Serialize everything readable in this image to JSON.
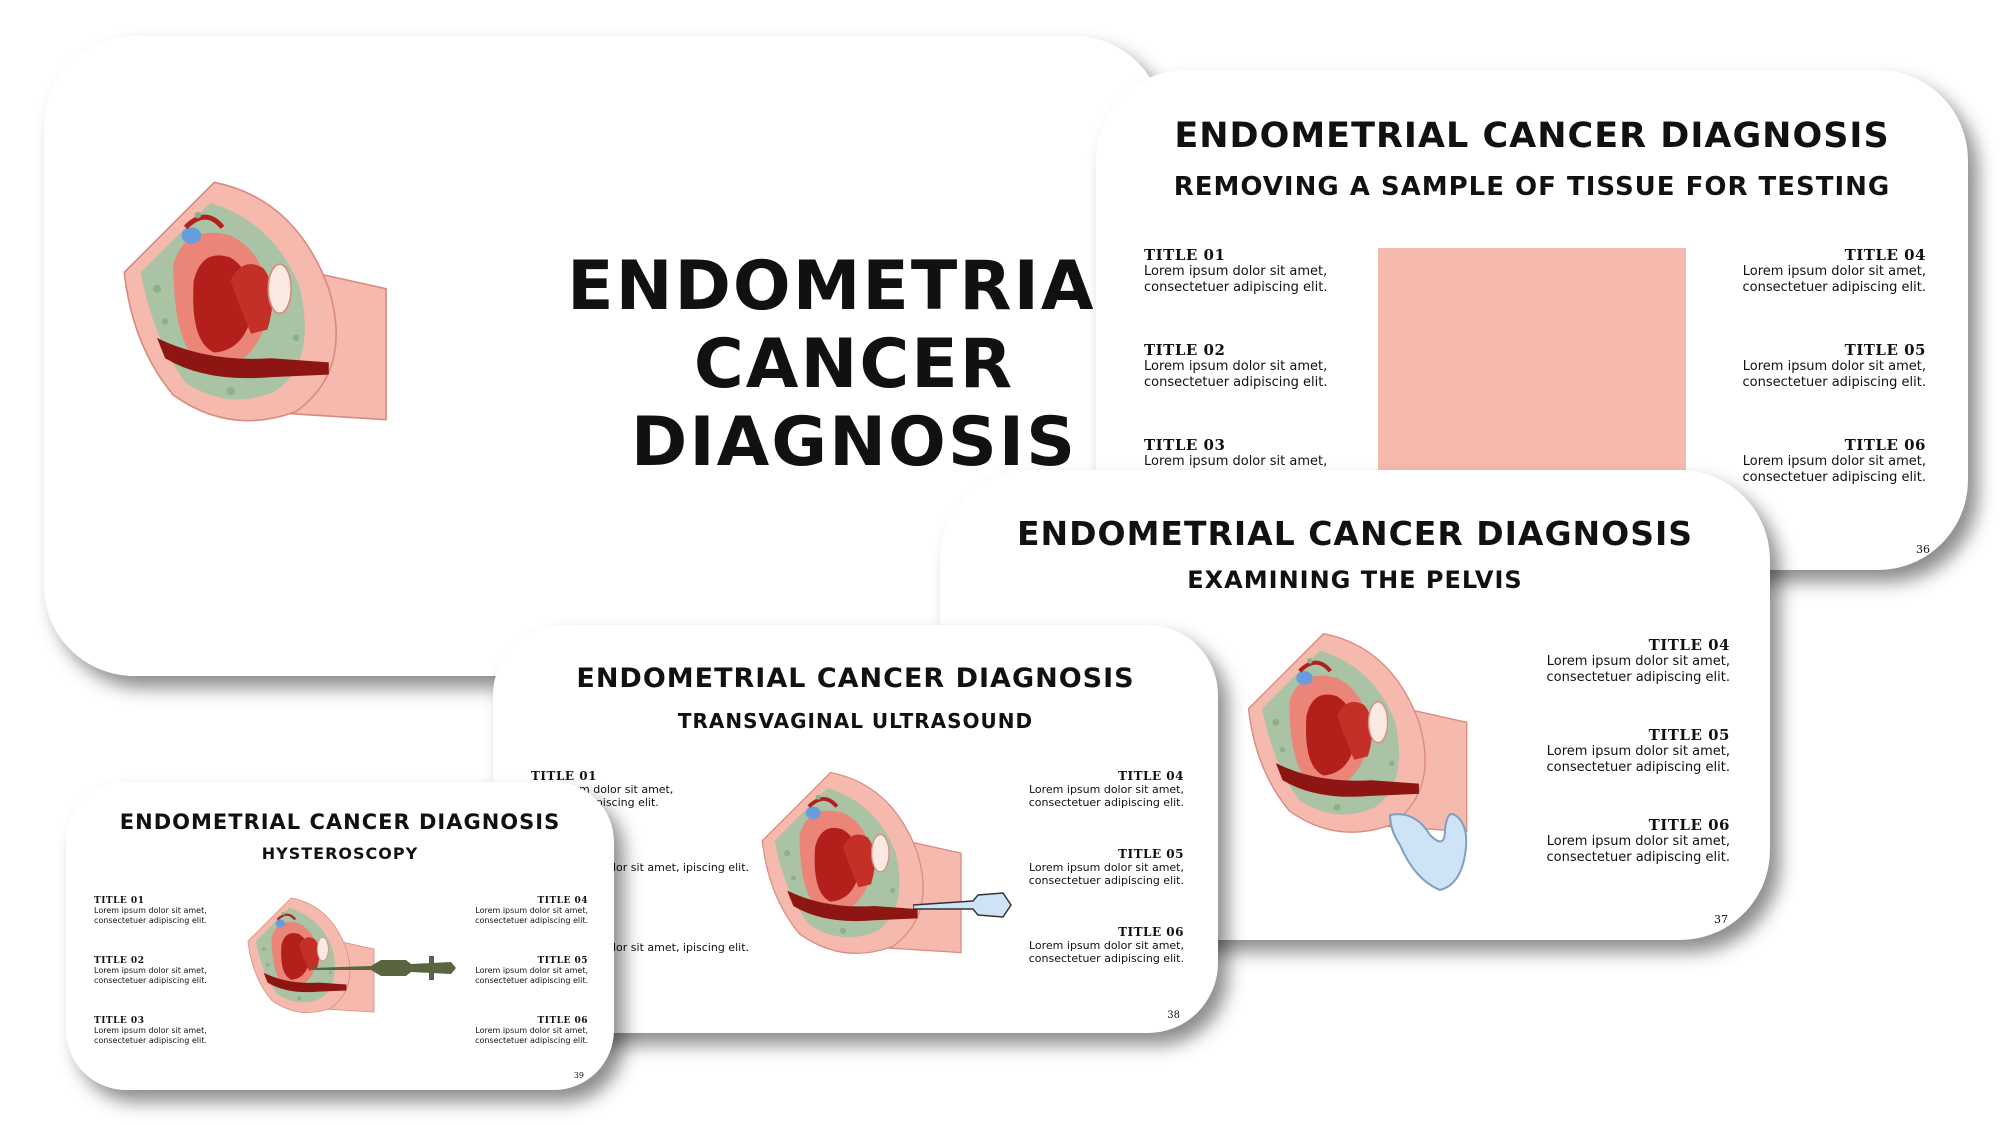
{
  "colors": {
    "skin": "#f6b9ae",
    "tissue": "#a9c3a4",
    "organ": "#b3201c",
    "organ_light": "#ea8577",
    "blue": "#6a9bdc",
    "glove": "#cfe3f6",
    "scope": "#5b6440"
  },
  "icons": [
    "uterus-anatomy-illustration",
    "ultrasound-probe-icon",
    "glove-hand-icon",
    "hysteroscope-icon"
  ],
  "cover": {
    "title_line1": "ENDOMETRIAL",
    "title_line2": "CANCER",
    "title_line3": "DIAGNOSIS"
  },
  "biopsy": {
    "title": "ENDOMETRIAL CANCER DIAGNOSIS",
    "subtitle": "REMOVING A SAMPLE OF TISSUE FOR TESTING",
    "page": "36",
    "left_items": [
      {
        "title": "TITLE 01",
        "text": "Lorem ipsum dolor sit amet, consectetuer adipiscing elit."
      },
      {
        "title": "TITLE 02",
        "text": "Lorem ipsum dolor sit amet, consectetuer adipiscing elit."
      },
      {
        "title": "TITLE 03",
        "text": "Lorem ipsum dolor sit amet,"
      }
    ],
    "right_items": [
      {
        "title": "TITLE 04",
        "text": "Lorem ipsum dolor sit amet, consectetuer adipiscing elit."
      },
      {
        "title": "TITLE 05",
        "text": "Lorem ipsum dolor sit amet, consectetuer adipiscing elit."
      },
      {
        "title": "TITLE 06",
        "text": "Lorem ipsum dolor sit amet, consectetuer adipiscing elit."
      }
    ]
  },
  "pelvis": {
    "title": "ENDOMETRIAL CANCER DIAGNOSIS",
    "subtitle": "EXAMINING THE PELVIS",
    "page": "37",
    "right_items": [
      {
        "title": "TITLE 04",
        "text": "Lorem ipsum dolor sit amet, consectetuer adipiscing elit."
      },
      {
        "title": "TITLE 05",
        "text": "Lorem ipsum dolor sit amet, consectetuer adipiscing elit."
      },
      {
        "title": "TITLE 06",
        "text": "Lorem ipsum dolor sit amet, consectetuer adipiscing elit."
      }
    ]
  },
  "ultrasound": {
    "title": "ENDOMETRIAL CANCER DIAGNOSIS",
    "subtitle": "TRANSVAGINAL ULTRASOUND",
    "page": "38",
    "left_items": [
      {
        "title": "TITLE 01",
        "text": "m dolor sit amet, adipiscing elit."
      },
      {
        "title": "",
        "text": "lor sit amet, ipiscing elit."
      },
      {
        "title": "",
        "text": "lor sit amet, ipiscing elit."
      }
    ],
    "right_items": [
      {
        "title": "TITLE 04",
        "text": "Lorem ipsum dolor sit amet, consectetuer adipiscing elit."
      },
      {
        "title": "TITLE 05",
        "text": "Lorem ipsum dolor sit amet, consectetuer adipiscing elit."
      },
      {
        "title": "TITLE 06",
        "text": "Lorem ipsum dolor sit amet, consectetuer adipiscing elit."
      }
    ]
  },
  "hysteroscopy": {
    "title": "ENDOMETRIAL CANCER DIAGNOSIS",
    "subtitle": "HYSTEROSCOPY",
    "page": "39",
    "left_items": [
      {
        "title": "TITLE 01",
        "text": "Lorem ipsum dolor sit amet, consectetuer adipiscing elit."
      },
      {
        "title": "TITLE 02",
        "text": "Lorem ipsum dolor sit amet, consectetuer adipiscing elit."
      },
      {
        "title": "TITLE 03",
        "text": "Lorem ipsum dolor sit amet, consectetuer adipiscing elit."
      }
    ],
    "right_items": [
      {
        "title": "TITLE 04",
        "text": "Lorem ipsum dolor sit amet, consectetuer adipiscing elit."
      },
      {
        "title": "TITLE 05",
        "text": "Lorem ipsum dolor sit amet, consectetuer adipiscing elit."
      },
      {
        "title": "TITLE 06",
        "text": "Lorem ipsum dolor sit amet, consectetuer adipiscing elit."
      }
    ]
  }
}
